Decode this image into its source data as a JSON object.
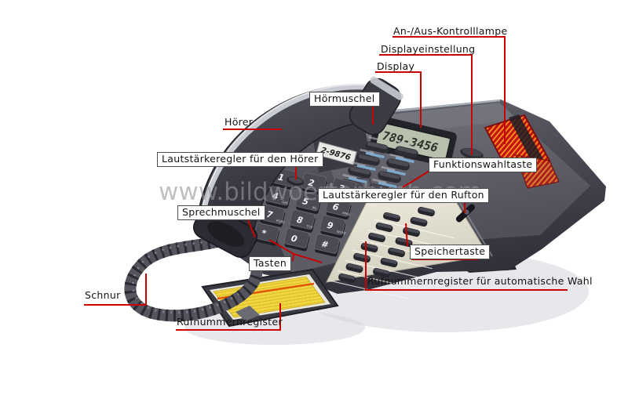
{
  "watermark": {
    "text": "www.bildwoerterbuch.com"
  },
  "phone": {
    "display_number": "789-3456",
    "sticker_number": "2-9876",
    "keypad": [
      {
        "d": "1",
        "l": ""
      },
      {
        "d": "2",
        "l": "ABC"
      },
      {
        "d": "3",
        "l": "DEF"
      },
      {
        "d": "4",
        "l": "GHI"
      },
      {
        "d": "5",
        "l": "JKL"
      },
      {
        "d": "6",
        "l": "MNO"
      },
      {
        "d": "7",
        "l": "PQRS"
      },
      {
        "d": "8",
        "l": "TUV"
      },
      {
        "d": "9",
        "l": "WXYZ"
      },
      {
        "d": "*",
        "l": ""
      },
      {
        "d": "0",
        "l": ""
      },
      {
        "d": "#",
        "l": ""
      }
    ]
  },
  "labels": {
    "an_aus": "An-/Aus-Kontrolllampe",
    "displayeinstellung": "Displayeinstellung",
    "display": "Display",
    "hoermuschel": "Hörmuschel",
    "hoerer": "Hörer",
    "lautst_hoerer": "Lautstärkeregler für den Hörer",
    "funktionswahltaste": "Funktionswahltaste",
    "lautst_rufton": "Lautstärkeregler für den Rufton",
    "sprechmuschel": "Sprechmuschel",
    "tasten": "Tasten",
    "speichertaste": "Speichertaste",
    "rufnr_auto": "Rufnummernregister für automatische Wahl",
    "schnur": "Schnur",
    "rufnummernregister": "Rufnummernregister"
  },
  "colors": {
    "callout_line": "#c80000",
    "lamp_red": "#c21212",
    "card_yellow": "#f1d93f",
    "panel_cream": "#ece8d8"
  }
}
